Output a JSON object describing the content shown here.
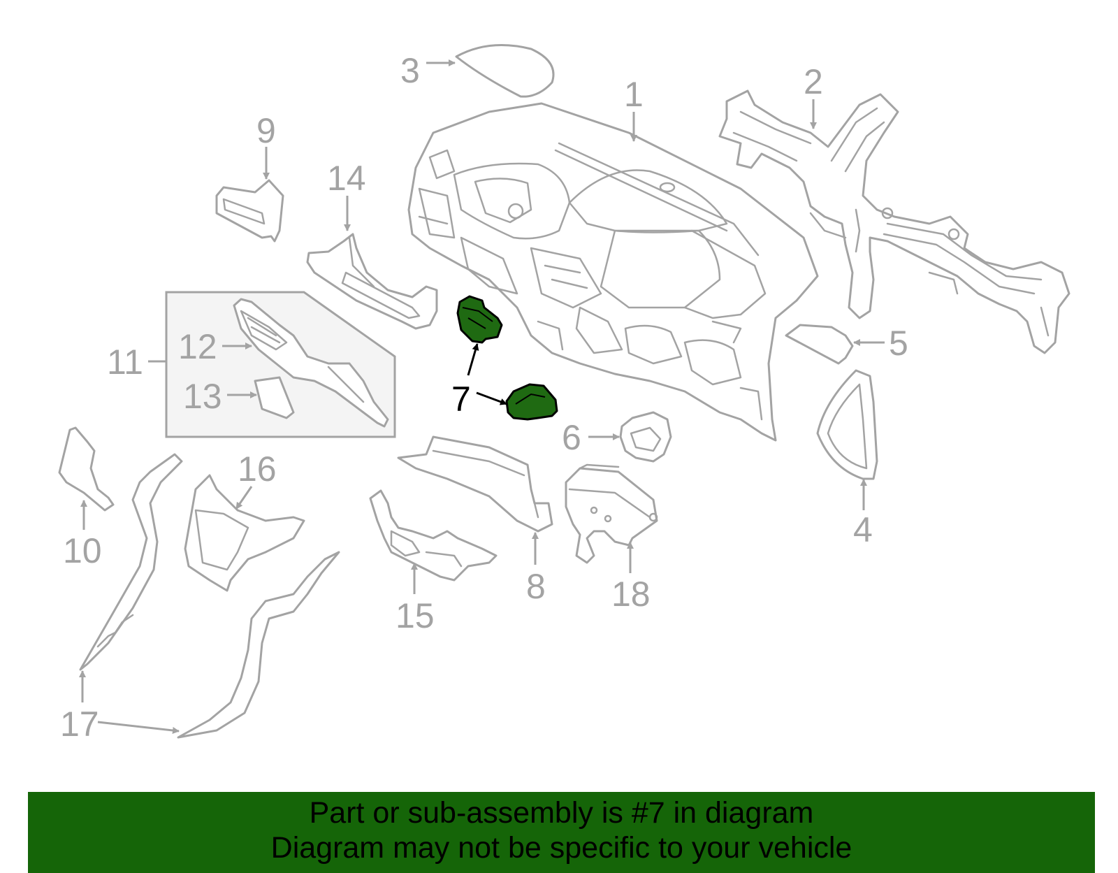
{
  "colors": {
    "banner_background": "#156508",
    "highlight_part": "#1f6a12",
    "line_art": "#a3a3a3",
    "group_box": "#f4f4f4"
  },
  "callouts": {
    "c1": "1",
    "c2": "2",
    "c3": "3",
    "c4": "4",
    "c5": "5",
    "c6": "6",
    "c7": "7",
    "c8": "8",
    "c9": "9",
    "c10": "10",
    "c11": "11",
    "c12": "12",
    "c13": "13",
    "c14": "14",
    "c15": "15",
    "c16": "16",
    "c17": "17",
    "c18": "18"
  },
  "highlighted_callout": "7",
  "banner": {
    "line1": "Part or sub-assembly is #7 in diagram",
    "line2": "Diagram may not be specific to your vehicle"
  }
}
